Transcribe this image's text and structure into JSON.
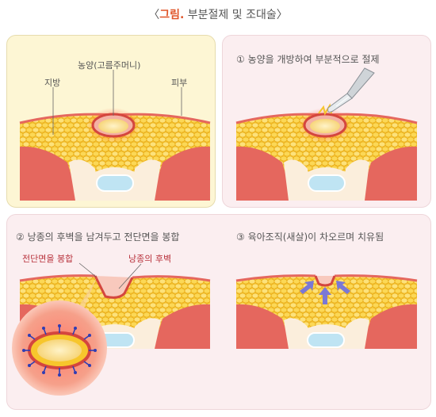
{
  "title": {
    "bracket_open": "〈",
    "accent": "그림.",
    "text": " 부분절제 및 조대술",
    "bracket_close": "〉"
  },
  "panel1": {
    "labels": {
      "abscess": "농양(고름주머니)",
      "fat": "지방",
      "skin": "피부"
    }
  },
  "panel2": {
    "caption": "① 농양을 개방하여 부분적으로 절제"
  },
  "panel3": {
    "caption_left": "② 낭종의 후벽을 남겨두고 전단면을 봉합",
    "label_suture": "전단면을 봉합",
    "label_wall": "낭종의 후벽",
    "caption_right": "③ 육아조직(새살)이 차오르며 치유됨"
  },
  "colors": {
    "accent": "#e0562a",
    "fat": "#f7c62c",
    "muscle": "#e5675e",
    "tendon": "#fbeedc",
    "cavity": "#bfe4f3",
    "arrow": "#7a78d6",
    "suture": "#2f3db3"
  }
}
